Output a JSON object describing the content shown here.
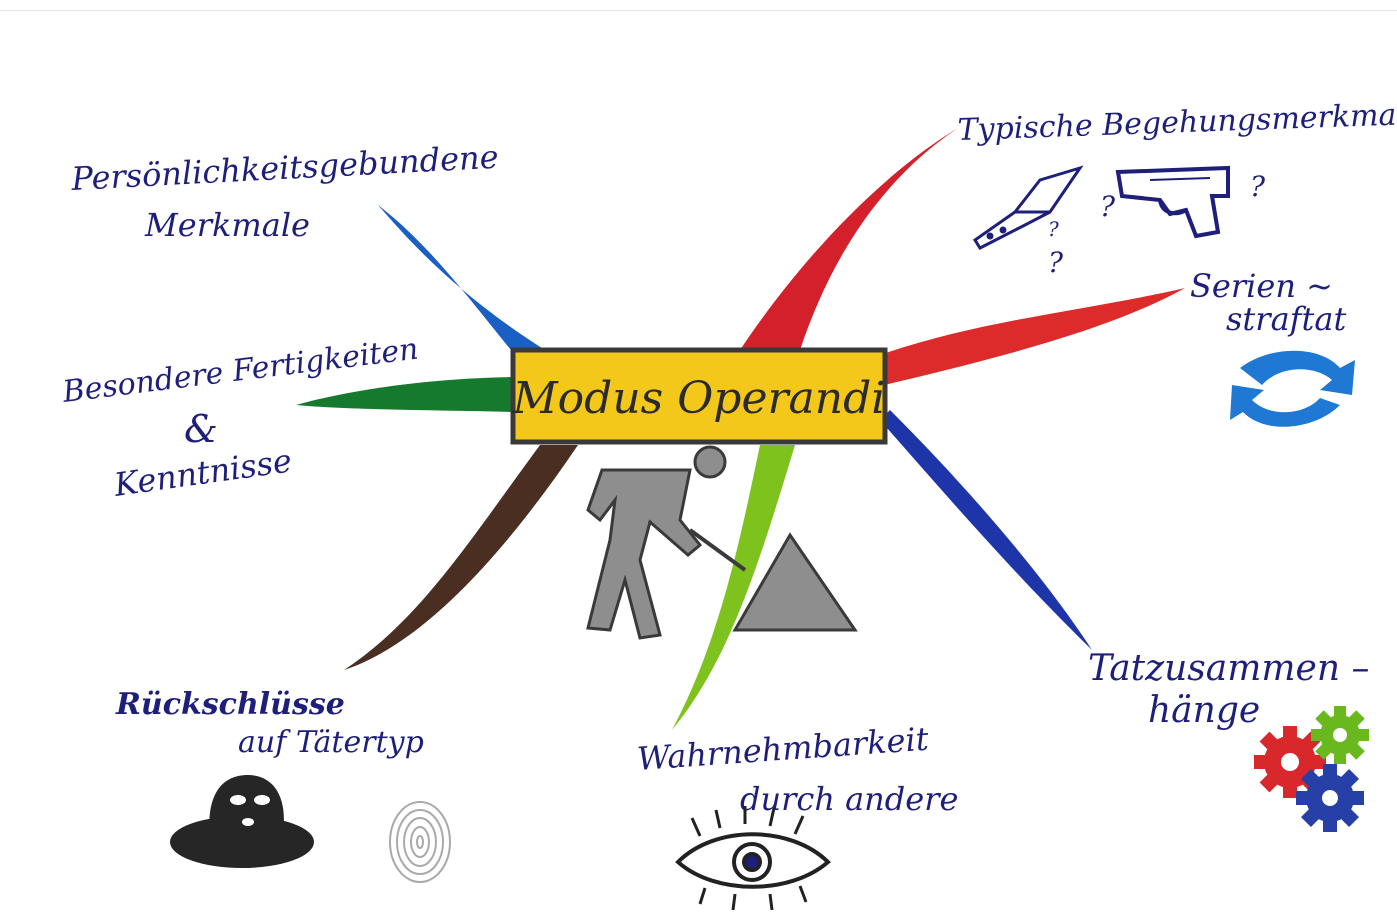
{
  "center": {
    "label": "Modus Operandi"
  },
  "branches": {
    "personality": {
      "line1": "Persönlichkeitsgebundene",
      "line2": "Merkmale"
    },
    "skills": {
      "line1": "Besondere Fertigkeiten",
      "line2": "&",
      "line3": "Kenntnisse"
    },
    "inference": {
      "line1": "Rückschlüsse",
      "line2": "auf Tätertyp"
    },
    "perception": {
      "line1": "Wahrnehmbarkeit",
      "line2": "durch andere"
    },
    "typical": {
      "line1": "Typische Begehungsmerkmale"
    },
    "series": {
      "line1": "Serien ~",
      "line2": "straftat"
    },
    "connections": {
      "line1": "Tatzusammen –",
      "line2": "hänge"
    }
  },
  "colors": {
    "text": "#1e1f7a",
    "center_fill": "#f4c81a",
    "branch_blue_top": "#1a5fc4",
    "branch_green": "#157a2e",
    "branch_brown": "#4a2e22",
    "branch_lime": "#7ec21d",
    "branch_red_top": "#d4202a",
    "branch_red": "#dd2a2a",
    "branch_blue_right": "#1d35a8",
    "gear_red": "#d8282c",
    "gear_green": "#68b81e",
    "gear_blue": "#2640a8",
    "recycle_blue": "#1e78d4"
  },
  "icons": [
    "knife-icon",
    "pistol-icon",
    "question-mark-icon",
    "recycle-arrows-icon",
    "gears-icon",
    "eye-icon",
    "masked-burglar-icon",
    "fingerprint-icon",
    "worker-digging-icon"
  ]
}
